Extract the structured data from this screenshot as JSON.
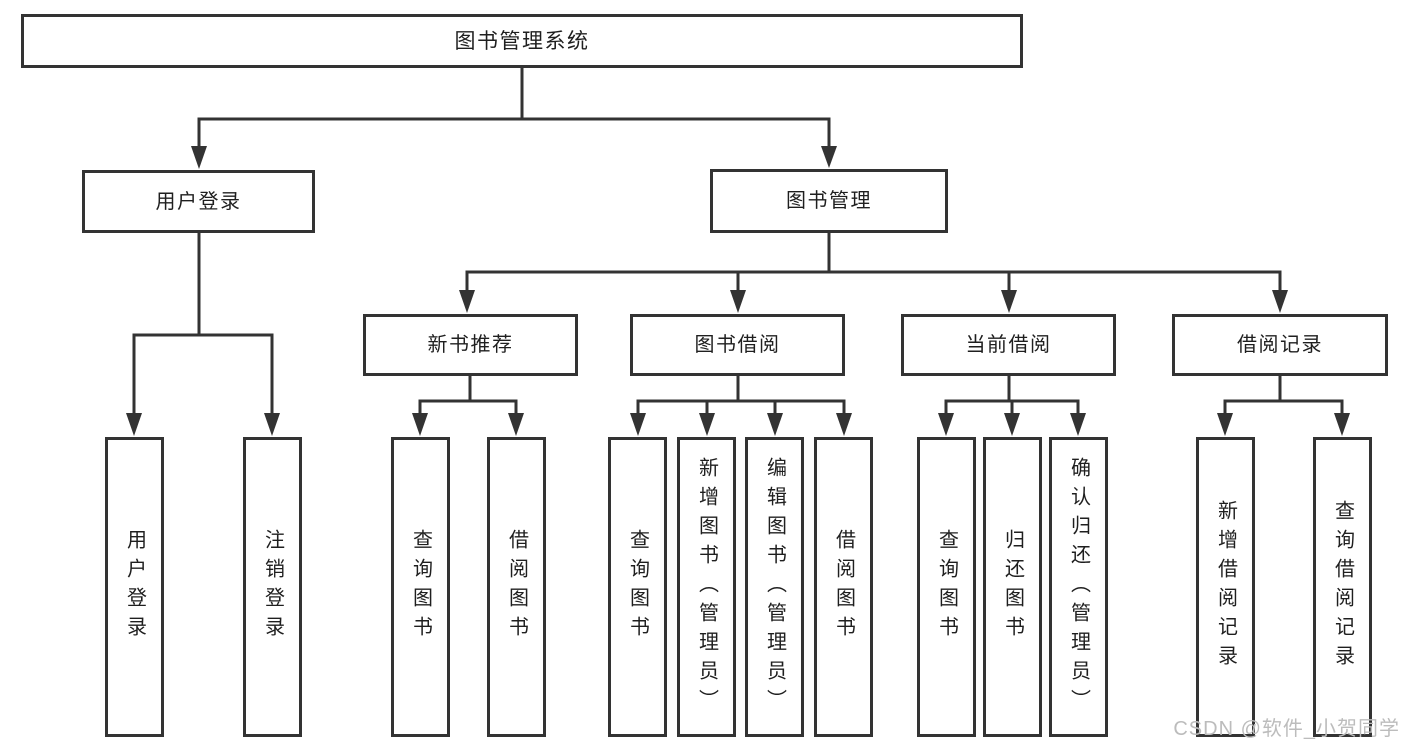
{
  "diagram": {
    "root": {
      "label": "图书管理系统"
    },
    "branches": [
      {
        "label": "用户登录",
        "children": [
          {
            "label": "用户登录"
          },
          {
            "label": "注销登录"
          }
        ]
      },
      {
        "label": "图书管理",
        "children": [
          {
            "label": "新书推荐",
            "children": [
              {
                "label": "查询图书"
              },
              {
                "label": "借阅图书"
              }
            ]
          },
          {
            "label": "图书借阅",
            "children": [
              {
                "label": "查询图书"
              },
              {
                "label": "新增图书（管理员）"
              },
              {
                "label": "编辑图书（管理员）"
              },
              {
                "label": "借阅图书"
              }
            ]
          },
          {
            "label": "当前借阅",
            "children": [
              {
                "label": "查询图书"
              },
              {
                "label": "归还图书"
              },
              {
                "label": "确认归还（管理员）"
              }
            ]
          },
          {
            "label": "借阅记录",
            "children": [
              {
                "label": "新增借阅记录"
              },
              {
                "label": "查询借阅记录"
              }
            ]
          }
        ]
      }
    ]
  },
  "watermark": {
    "text": "CSDN @软件_小贺同学"
  },
  "colors": {
    "line": "#333333",
    "text": "#1f1f1f",
    "background": "#ffffff",
    "watermark": "#bcbcbc"
  }
}
